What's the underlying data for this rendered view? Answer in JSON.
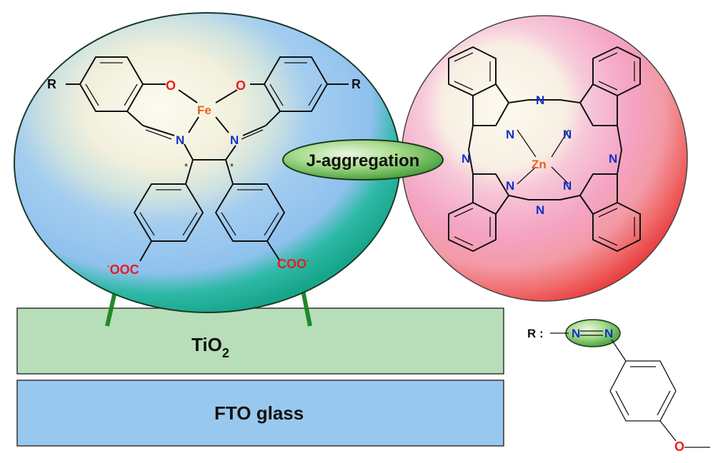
{
  "diagram": {
    "substrates": {
      "tio2": {
        "label": "TiO",
        "subscript": "2"
      },
      "fto": {
        "label": "FTO glass"
      }
    },
    "bridge_label": "J-aggregation",
    "fe_complex": {
      "metal": "Fe",
      "r_left": "R",
      "r_right": "R",
      "o_left": "O",
      "o_right": "O",
      "n_left": "N",
      "n_right": "N",
      "star_left": "*",
      "star_right": "*",
      "anchor_left_charge": "-",
      "anchor_left": "OOC",
      "anchor_right": "COO",
      "anchor_right_charge": "-"
    },
    "zn_pc": {
      "metal": "Zn",
      "n_top": "N",
      "n_left": "N",
      "n_right": "N",
      "n_inner_tl": "N",
      "n_inner_tr": "N",
      "n_inner_bl": "N",
      "n_inner_br": "N",
      "n_bottom": "N"
    },
    "r_group": {
      "label": "R :",
      "n1": "N",
      "n2": "N",
      "o": "O"
    },
    "colors": {
      "teal_shell": "#19b89a",
      "blue_core": "#8ec3ee",
      "cream_core": "#fbf8ec",
      "pink_core": "#f6a6c6",
      "red_shell": "#ef4e4e",
      "tio2_fill": "#b7ddb9",
      "fto_fill": "#99c8ee",
      "green_badge": "#4aa23e",
      "anchor_line": "#1f8a2a",
      "nitrogen": "#1030c8",
      "oxygen": "#e81c1c",
      "metal": "#e8601c"
    }
  }
}
